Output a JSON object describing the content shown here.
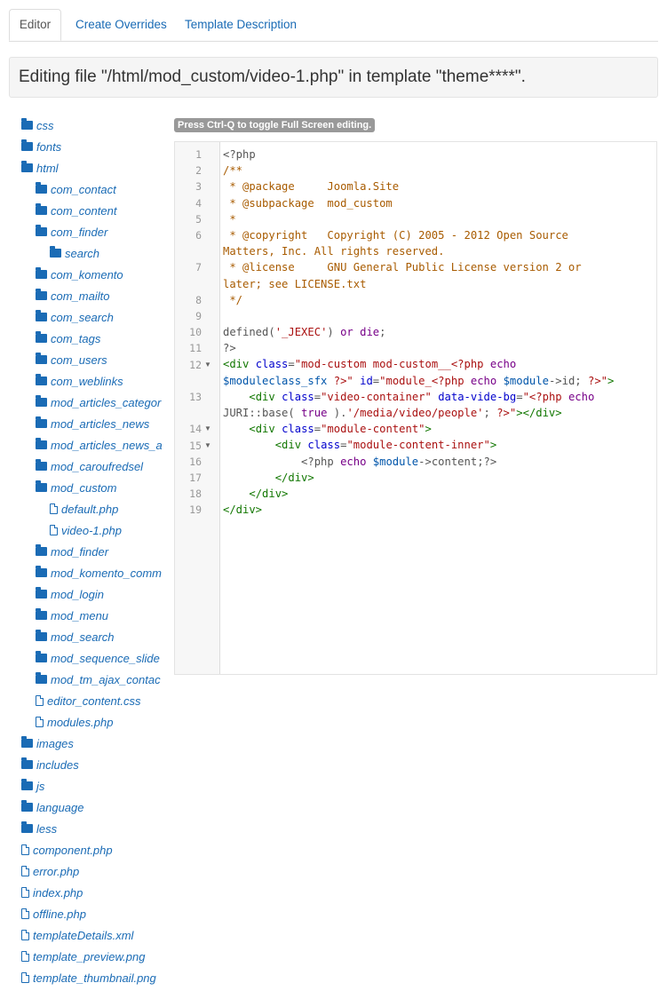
{
  "tabs": [
    {
      "label": "Editor",
      "active": true
    },
    {
      "label": "Create Overrides",
      "active": false
    },
    {
      "label": "Template Description",
      "active": false
    }
  ],
  "header": {
    "title": "Editing file \"/html/mod_custom/video-1.php\" in template \"theme****\"."
  },
  "hint": "Press Ctrl-Q to toggle Full Screen editing.",
  "tree": [
    {
      "label": "css",
      "type": "folder-icon",
      "depth": 0
    },
    {
      "label": "fonts",
      "type": "folder-icon",
      "depth": 0
    },
    {
      "label": "html",
      "type": "folder-icon",
      "depth": 0
    },
    {
      "label": "com_contact",
      "type": "folder-icon",
      "depth": 1
    },
    {
      "label": "com_content",
      "type": "folder-icon",
      "depth": 1
    },
    {
      "label": "com_finder",
      "type": "folder-icon",
      "depth": 1
    },
    {
      "label": "search",
      "type": "folder-icon",
      "depth": 2
    },
    {
      "label": "com_komento",
      "type": "folder-icon",
      "depth": 1
    },
    {
      "label": "com_mailto",
      "type": "folder-icon",
      "depth": 1
    },
    {
      "label": "com_search",
      "type": "folder-icon",
      "depth": 1
    },
    {
      "label": "com_tags",
      "type": "folder-icon",
      "depth": 1
    },
    {
      "label": "com_users",
      "type": "folder-icon",
      "depth": 1
    },
    {
      "label": "com_weblinks",
      "type": "folder-icon",
      "depth": 1
    },
    {
      "label": "mod_articles_categor",
      "type": "folder-icon",
      "depth": 1
    },
    {
      "label": "mod_articles_news",
      "type": "folder-icon",
      "depth": 1
    },
    {
      "label": "mod_articles_news_a",
      "type": "folder-icon",
      "depth": 1
    },
    {
      "label": "mod_caroufredsel",
      "type": "folder-icon",
      "depth": 1
    },
    {
      "label": "mod_custom",
      "type": "folder-icon",
      "depth": 1
    },
    {
      "label": "default.php",
      "type": "file-icon",
      "depth": 2
    },
    {
      "label": "video-1.php",
      "type": "file-icon",
      "depth": 2
    },
    {
      "label": "mod_finder",
      "type": "folder-icon",
      "depth": 1
    },
    {
      "label": "mod_komento_comm",
      "type": "folder-icon",
      "depth": 1
    },
    {
      "label": "mod_login",
      "type": "folder-icon",
      "depth": 1
    },
    {
      "label": "mod_menu",
      "type": "folder-icon",
      "depth": 1
    },
    {
      "label": "mod_search",
      "type": "folder-icon",
      "depth": 1
    },
    {
      "label": "mod_sequence_slide",
      "type": "folder-icon",
      "depth": 1
    },
    {
      "label": "mod_tm_ajax_contac",
      "type": "folder-icon",
      "depth": 1
    },
    {
      "label": "editor_content.css",
      "type": "file-icon",
      "depth": 1
    },
    {
      "label": "modules.php",
      "type": "file-icon",
      "depth": 1
    },
    {
      "label": "images",
      "type": "folder-icon",
      "depth": 0
    },
    {
      "label": "includes",
      "type": "folder-icon",
      "depth": 0
    },
    {
      "label": "js",
      "type": "folder-icon",
      "depth": 0
    },
    {
      "label": "language",
      "type": "folder-icon",
      "depth": 0
    },
    {
      "label": "less",
      "type": "folder-icon",
      "depth": 0
    },
    {
      "label": "component.php",
      "type": "file-icon",
      "depth": 0
    },
    {
      "label": "error.php",
      "type": "file-icon",
      "depth": 0
    },
    {
      "label": "index.php",
      "type": "file-icon",
      "depth": 0
    },
    {
      "label": "offline.php",
      "type": "file-icon",
      "depth": 0
    },
    {
      "label": "templateDetails.xml",
      "type": "file-icon",
      "depth": 0
    },
    {
      "label": "template_preview.png",
      "type": "file-icon",
      "depth": 0
    },
    {
      "label": "template_thumbnail.png",
      "type": "file-icon",
      "depth": 0
    }
  ],
  "editor": {
    "lines": [
      {
        "n": "1",
        "fold": false,
        "segs": [
          [
            "php",
            "<?php"
          ]
        ]
      },
      {
        "n": "2",
        "fold": false,
        "segs": [
          [
            "cm",
            "/**"
          ]
        ]
      },
      {
        "n": "3",
        "fold": false,
        "segs": [
          [
            "cm",
            " * @package     Joomla.Site"
          ]
        ]
      },
      {
        "n": "4",
        "fold": false,
        "segs": [
          [
            "cm",
            " * @subpackage  mod_custom"
          ]
        ]
      },
      {
        "n": "5",
        "fold": false,
        "segs": [
          [
            "cm",
            " *"
          ]
        ]
      },
      {
        "n": "6",
        "fold": false,
        "segs": [
          [
            "cm",
            " * @copyright   Copyright (C) 2005 - 2012 Open Source"
          ]
        ]
      },
      {
        "n": "",
        "fold": false,
        "segs": [
          [
            "cm",
            "Matters, Inc. All rights reserved."
          ]
        ]
      },
      {
        "n": "7",
        "fold": false,
        "segs": [
          [
            "cm",
            " * @license     GNU General Public License version 2 or"
          ]
        ]
      },
      {
        "n": "",
        "fold": false,
        "segs": [
          [
            "cm",
            "later; see LICENSE.txt"
          ]
        ]
      },
      {
        "n": "8",
        "fold": false,
        "segs": [
          [
            "cm",
            " */"
          ]
        ]
      },
      {
        "n": "9",
        "fold": false,
        "segs": [
          [
            "php",
            " "
          ]
        ]
      },
      {
        "n": "10",
        "fold": false,
        "segs": [
          [
            "php",
            "defined("
          ],
          [
            "str",
            "'_JEXEC'"
          ],
          [
            "php",
            ") "
          ],
          [
            "kw",
            "or"
          ],
          [
            "php",
            " "
          ],
          [
            "kw",
            "die"
          ],
          [
            "php",
            ";"
          ]
        ]
      },
      {
        "n": "11",
        "fold": false,
        "segs": [
          [
            "php",
            "?>"
          ]
        ]
      },
      {
        "n": "12",
        "fold": true,
        "segs": [
          [
            "tag",
            "<div"
          ],
          [
            "php",
            " "
          ],
          [
            "attr",
            "class"
          ],
          [
            "php",
            "="
          ],
          [
            "str",
            "\"mod-custom mod-custom__<?php "
          ],
          [
            "kw",
            "echo"
          ]
        ]
      },
      {
        "n": "",
        "fold": false,
        "segs": [
          [
            "var",
            "$moduleclass_sfx"
          ],
          [
            "str",
            " ?>\""
          ],
          [
            "php",
            " "
          ],
          [
            "attr",
            "id"
          ],
          [
            "php",
            "="
          ],
          [
            "str",
            "\"module_<?php "
          ],
          [
            "kw",
            "echo"
          ],
          [
            "php",
            " "
          ],
          [
            "var",
            "$module"
          ],
          [
            "php",
            "->id; "
          ],
          [
            "str",
            "?>\""
          ],
          [
            "tag",
            ">"
          ]
        ]
      },
      {
        "n": "13",
        "fold": false,
        "segs": [
          [
            "php",
            "    "
          ],
          [
            "tag",
            "<div"
          ],
          [
            "php",
            " "
          ],
          [
            "attr",
            "class"
          ],
          [
            "php",
            "="
          ],
          [
            "str",
            "\"video-container\""
          ],
          [
            "php",
            " "
          ],
          [
            "attr",
            "data-vide-bg"
          ],
          [
            "php",
            "="
          ],
          [
            "str",
            "\"<?php "
          ],
          [
            "kw",
            "echo"
          ]
        ]
      },
      {
        "n": "",
        "fold": false,
        "segs": [
          [
            "php",
            "JURI::base( "
          ],
          [
            "kw",
            "true"
          ],
          [
            "php",
            " )."
          ],
          [
            "str",
            "'/media/video/people'"
          ],
          [
            "php",
            "; "
          ],
          [
            "str",
            "?>\""
          ],
          [
            "tag",
            "></div>"
          ]
        ]
      },
      {
        "n": "14",
        "fold": true,
        "segs": [
          [
            "php",
            "    "
          ],
          [
            "tag",
            "<div"
          ],
          [
            "php",
            " "
          ],
          [
            "attr",
            "class"
          ],
          [
            "php",
            "="
          ],
          [
            "str",
            "\"module-content\""
          ],
          [
            "tag",
            ">"
          ]
        ]
      },
      {
        "n": "15",
        "fold": true,
        "segs": [
          [
            "php",
            "        "
          ],
          [
            "tag",
            "<div"
          ],
          [
            "php",
            " "
          ],
          [
            "attr",
            "class"
          ],
          [
            "php",
            "="
          ],
          [
            "str",
            "\"module-content-inner\""
          ],
          [
            "tag",
            ">"
          ]
        ]
      },
      {
        "n": "16",
        "fold": false,
        "segs": [
          [
            "php",
            "            <?php "
          ],
          [
            "kw",
            "echo"
          ],
          [
            "php",
            " "
          ],
          [
            "var",
            "$module"
          ],
          [
            "php",
            "->content;?>"
          ]
        ]
      },
      {
        "n": "17",
        "fold": false,
        "segs": [
          [
            "php",
            "        "
          ],
          [
            "tag",
            "</div>"
          ]
        ]
      },
      {
        "n": "18",
        "fold": false,
        "segs": [
          [
            "php",
            "    "
          ],
          [
            "tag",
            "</div>"
          ]
        ]
      },
      {
        "n": "19",
        "fold": false,
        "segs": [
          [
            "tag",
            "</div>"
          ]
        ]
      }
    ]
  }
}
